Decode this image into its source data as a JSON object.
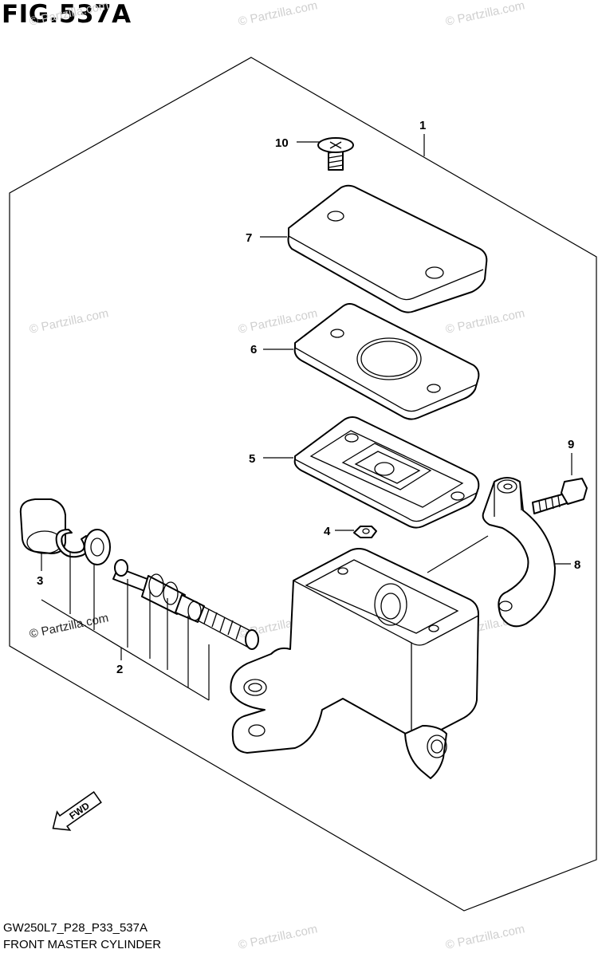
{
  "figure": {
    "title": "FIG.537A",
    "code": "GW250L7_P28_P33_537A",
    "name": "FRONT MASTER CYLINDER"
  },
  "watermark": {
    "text": "© Partzilla.com",
    "dark_text": "© Partzilla.com"
  },
  "callouts": {
    "c1": "1",
    "c2": "2",
    "c3": "3",
    "c4": "4",
    "c5": "5",
    "c6": "6",
    "c7": "7",
    "c8": "8",
    "c9": "9",
    "c10": "10"
  },
  "fwd_label": "FWD"
}
